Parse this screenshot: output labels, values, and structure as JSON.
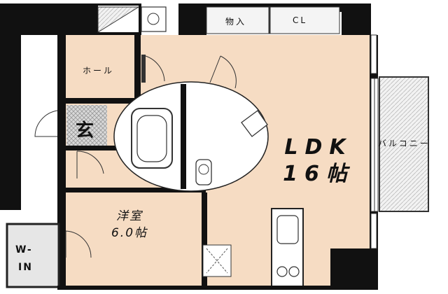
{
  "rooms": {
    "storage": "物入",
    "closet": "CL",
    "hall": "ホール",
    "entrance": "玄",
    "ldk_name": "LDK",
    "ldk_size": "16帖",
    "balcony": "バルコニー",
    "western_name": "洋室",
    "western_size": "6.0帖",
    "walkin_top": "W-",
    "walkin_bottom": "IN"
  },
  "colors": {
    "floor": "#f6dcc3",
    "wall": "#111111",
    "gray": "#cccccc"
  }
}
